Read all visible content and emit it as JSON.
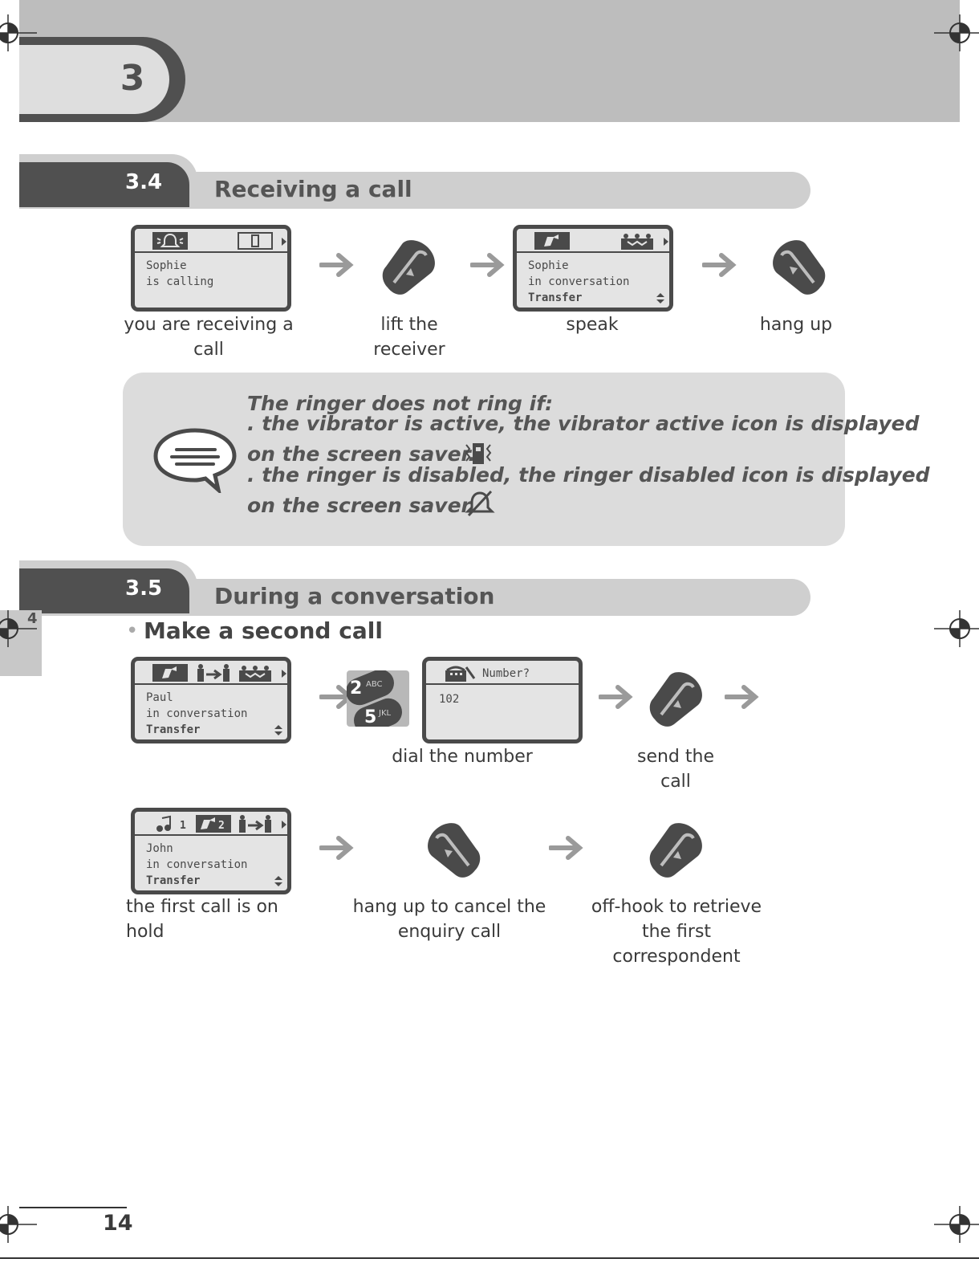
{
  "chapter": {
    "number": "3"
  },
  "section_34": {
    "number": "3.4",
    "title": "Receiving a call",
    "screen_1": {
      "line1": "Sophie",
      "line2": "is calling"
    },
    "screen_2": {
      "line1": "Sophie",
      "line2": "in conversation",
      "line3": "Transfer"
    },
    "captions": {
      "receiving_1": "you are receiving a",
      "receiving_2": "call",
      "lift_1": "lift the",
      "lift_2": "receiver",
      "speak": "speak",
      "hangup": "hang up"
    },
    "note": {
      "line1": "The ringer does not ring if:",
      "line2": ". the vibrator is active, the vibrator active icon is displayed",
      "line3": "on the screen saver.",
      "line4": ". the ringer is disabled, the ringer disabled icon is displayed",
      "line5": "on the screen saver."
    }
  },
  "section_35": {
    "number": "3.5",
    "title": "During a conversation",
    "subtitle": "Make a second call",
    "screen_paul": {
      "line1": "Paul",
      "line2": "in conversation",
      "line3": "Transfer"
    },
    "keypad": {
      "key1_digit": "2",
      "key1_letters": "ABC",
      "key2_digit": "5",
      "key2_letters": "JKL"
    },
    "screen_number": {
      "prompt": "Number?",
      "value": "102"
    },
    "screen_john": {
      "line1": "John",
      "line2": "in conversation",
      "line3": "Transfer",
      "icon1_index": "1",
      "icon2_index": "2"
    },
    "captions": {
      "dial": "dial the number",
      "send_1": "send the",
      "send_2": "call",
      "hold_1": "the first call is on",
      "hold_2": "hold",
      "cancel_1": "hang up to cancel the",
      "cancel_2": "enquiry call",
      "retrieve_1": "off-hook to retrieve",
      "retrieve_2": "the first",
      "retrieve_3": "correspondent"
    }
  },
  "side_tab": {
    "number": "4"
  },
  "footer": {
    "page_number": "14"
  },
  "colors": {
    "dark": "#4a4a4a",
    "banner": "#bdbdbd",
    "section_bar": "#cfcfcf",
    "note_bg": "#dcdcdc"
  }
}
